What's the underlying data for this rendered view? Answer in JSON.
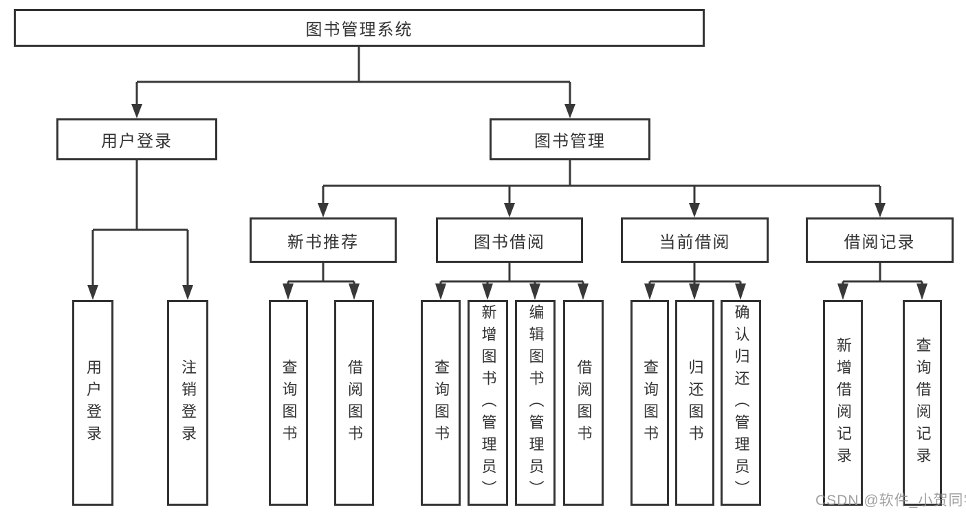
{
  "tree": {
    "root": {
      "label": "图书管理系统",
      "children": [
        {
          "label": "用户登录",
          "children": [
            {
              "label": "用户登录"
            },
            {
              "label": "注销登录"
            }
          ]
        },
        {
          "label": "图书管理",
          "children": [
            {
              "label": "新书推荐",
              "children": [
                {
                  "label": "查询图书"
                },
                {
                  "label": "借阅图书"
                }
              ]
            },
            {
              "label": "图书借阅",
              "children": [
                {
                  "label": "查询图书"
                },
                {
                  "label": "新增图书（管理员）"
                },
                {
                  "label": "编辑图书（管理员）"
                },
                {
                  "label": "借阅图书"
                }
              ]
            },
            {
              "label": "当前借阅",
              "children": [
                {
                  "label": "查询图书"
                },
                {
                  "label": "归还图书"
                },
                {
                  "label": "确认归还（管理员）"
                }
              ]
            },
            {
              "label": "借阅记录",
              "children": [
                {
                  "label": "新增借阅记录"
                },
                {
                  "label": "查询借阅记录"
                }
              ]
            }
          ]
        }
      ]
    }
  },
  "watermark": {
    "text": "CSDN @软件_小贺同学"
  },
  "colors": {
    "line": "#383838",
    "box_border": "#333333",
    "text": "#333333",
    "watermark": "#8f8f8f",
    "background": "#ffffff"
  }
}
